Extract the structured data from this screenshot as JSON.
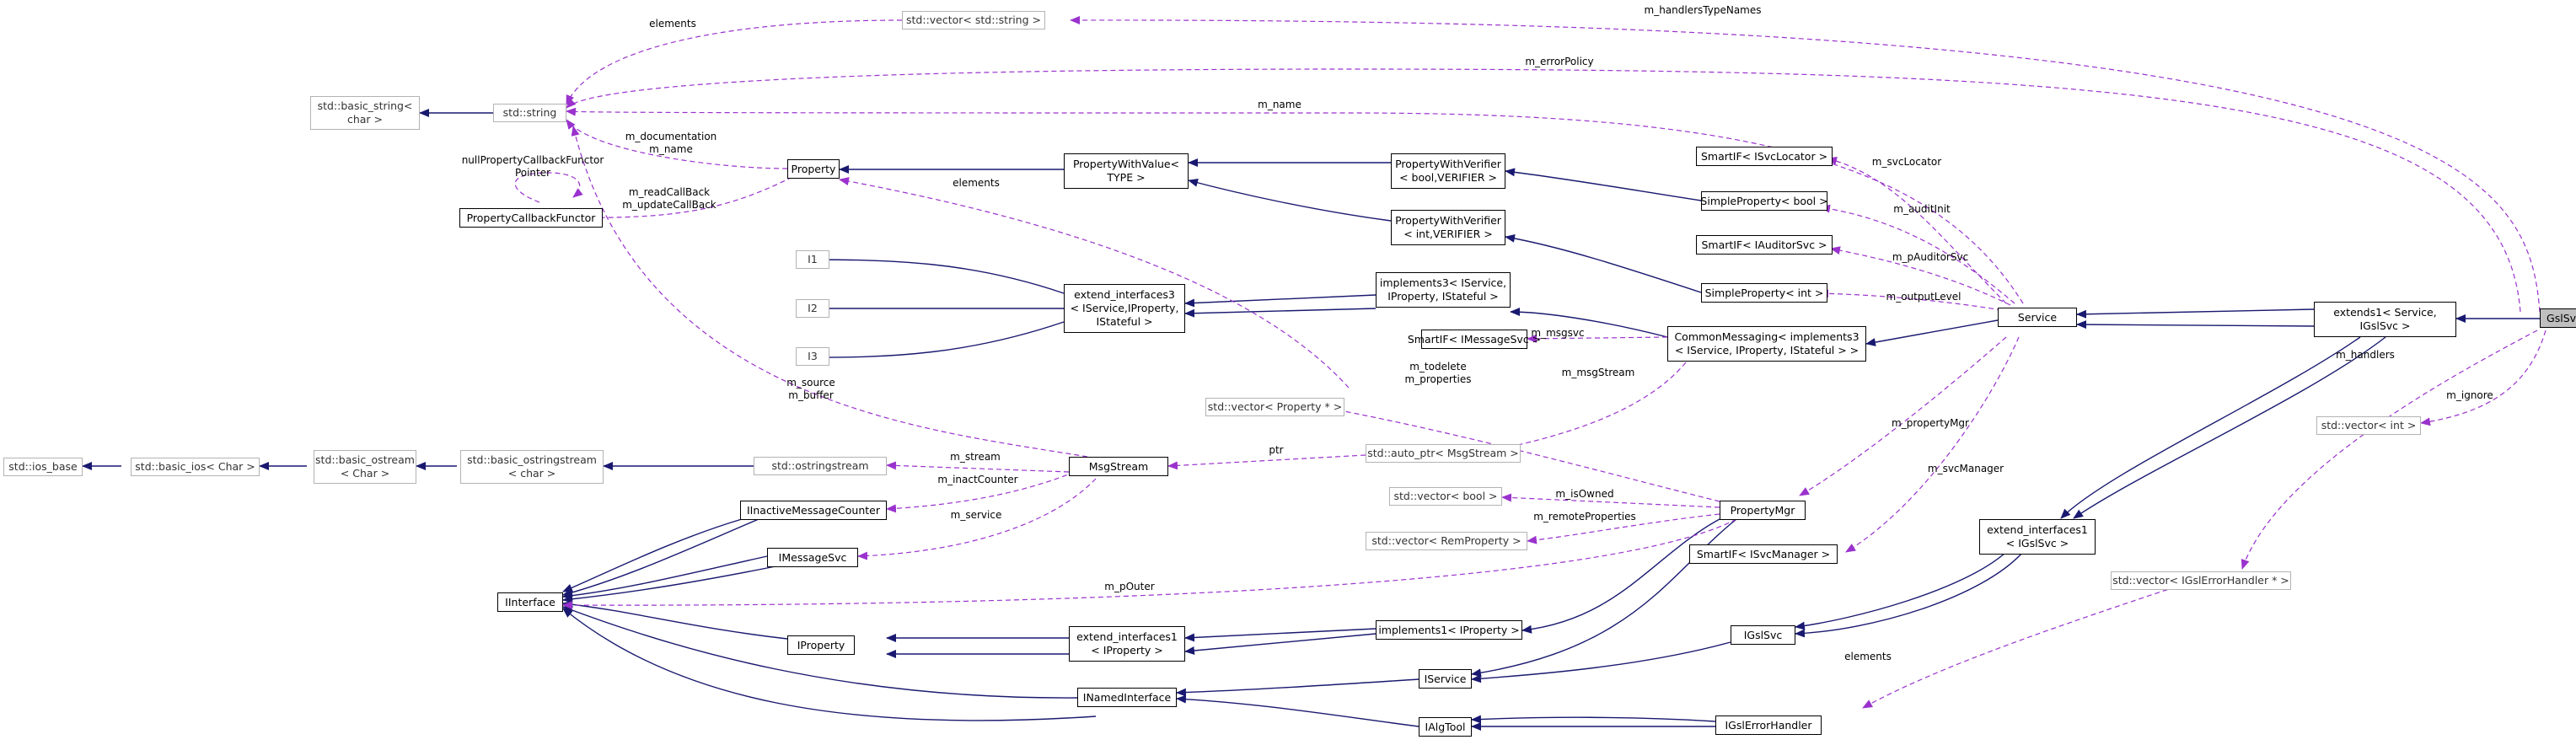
{
  "colors": {
    "inheritance": "#191970",
    "usage": "#9a32cd",
    "node_border": "#000000",
    "gray_border": "#b3b3b3",
    "highlight_fill": "#bfbfbf"
  },
  "nodes": {
    "ios_base": "std::ios_base",
    "basic_ios": "std::basic_ios< Char >",
    "basic_ostream": "std::basic_ostream\n< Char >",
    "basic_ostringstream": "std::basic_ostringstream\n< char >",
    "ostringstream": "std::ostringstream",
    "basic_string": "std::basic_string<\nchar >",
    "std_string": "std::string",
    "vector_string": "std::vector< std::string >",
    "property_callback_functor": "PropertyCallbackFunctor",
    "property": "Property",
    "property_with_value": "PropertyWithValue<\nTYPE >",
    "pwv_bool": "PropertyWithVerifier\n< bool,VERIFIER >",
    "pwv_int": "PropertyWithVerifier\n< int,VERIFIER >",
    "i1": "I1",
    "i2": "I2",
    "i3": "I3",
    "extend_interfaces3": "extend_interfaces3\n< IService,IProperty,\nIStateful >",
    "implements3": "implements3< IService,\nIProperty, IStateful >",
    "vector_property": "std::vector< Property * >",
    "msgstream": "MsgStream",
    "auto_ptr_msgstream": "std::auto_ptr< MsgStream >",
    "smartif_isvclocator": "SmartIF< ISvcLocator >",
    "simple_property_bool": "SimpleProperty< bool >",
    "smartif_iauditorsvc": "SmartIF< IAuditorSvc >",
    "simple_property_int": "SimpleProperty< int >",
    "smartif_imessagesvc": "SmartIF< IMessageSvc >",
    "common_messaging": "CommonMessaging< implements3\n< IService, IProperty, IStateful > >",
    "service": "Service",
    "extends1": "extends1< Service,\nIGslSvc >",
    "gslsvc": "GslSvc",
    "vector_int": "std::vector< int >",
    "vector_errorhandler": "std::vector< IGslErrorHandler * >",
    "extend_interfaces1_gsl": "extend_interfaces1\n< IGslSvc >",
    "igslsvc": "IGslSvc",
    "igslerrorhandler": "IGslErrorHandler",
    "vector_bool": "std::vector< bool >",
    "vector_remproperty": "std::vector< RemProperty >",
    "property_mgr": "PropertyMgr",
    "smartif_isvcmanager": "SmartIF< ISvcManager >",
    "iinactive_message_counter": "IInactiveMessageCounter",
    "imessagesvc": "IMessageSvc",
    "iinterface": "IInterface",
    "iproperty": "IProperty",
    "extend_interfaces1_prop": "extend_interfaces1\n< IProperty >",
    "implements1": "implements1< IProperty >",
    "iservice": "IService",
    "inamed_interface": "INamedInterface",
    "ialgtool": "IAlgTool"
  },
  "edge_labels": {
    "handlers_type_names": "m_handlersTypeNames",
    "error_policy": "m_errorPolicy",
    "name": "m_name",
    "elements_string": "elements",
    "null_cb_pointer": "nullPropertyCallbackFunctor\nPointer",
    "doc_name": "m_documentation\nm_name",
    "read_update_cb": "m_readCallBack\nm_updateCallBack",
    "elements_property": "elements",
    "svc_locator": "m_svcLocator",
    "audit_init": "m_auditInit",
    "p_auditor_svc": "m_pAuditorSvc",
    "output_level": "m_outputLevel",
    "msgsvc": "m_msgsvc",
    "todelete_properties": "m_todelete\nm_properties",
    "msg_stream": "m_msgStream",
    "source_buffer": "m_source\nm_buffer",
    "stream": "m_stream",
    "ptr": "ptr",
    "inact_counter": "m_inactCounter",
    "service_label": "m_service",
    "property_mgr_label": "m_propertyMgr",
    "svc_manager": "m_svcManager",
    "is_owned": "m_isOwned",
    "remote_properties": "m_remoteProperties",
    "p_outer": "m_pOuter",
    "handlers": "m_handlers",
    "ignore": "m_ignore",
    "elements_handler": "elements"
  }
}
